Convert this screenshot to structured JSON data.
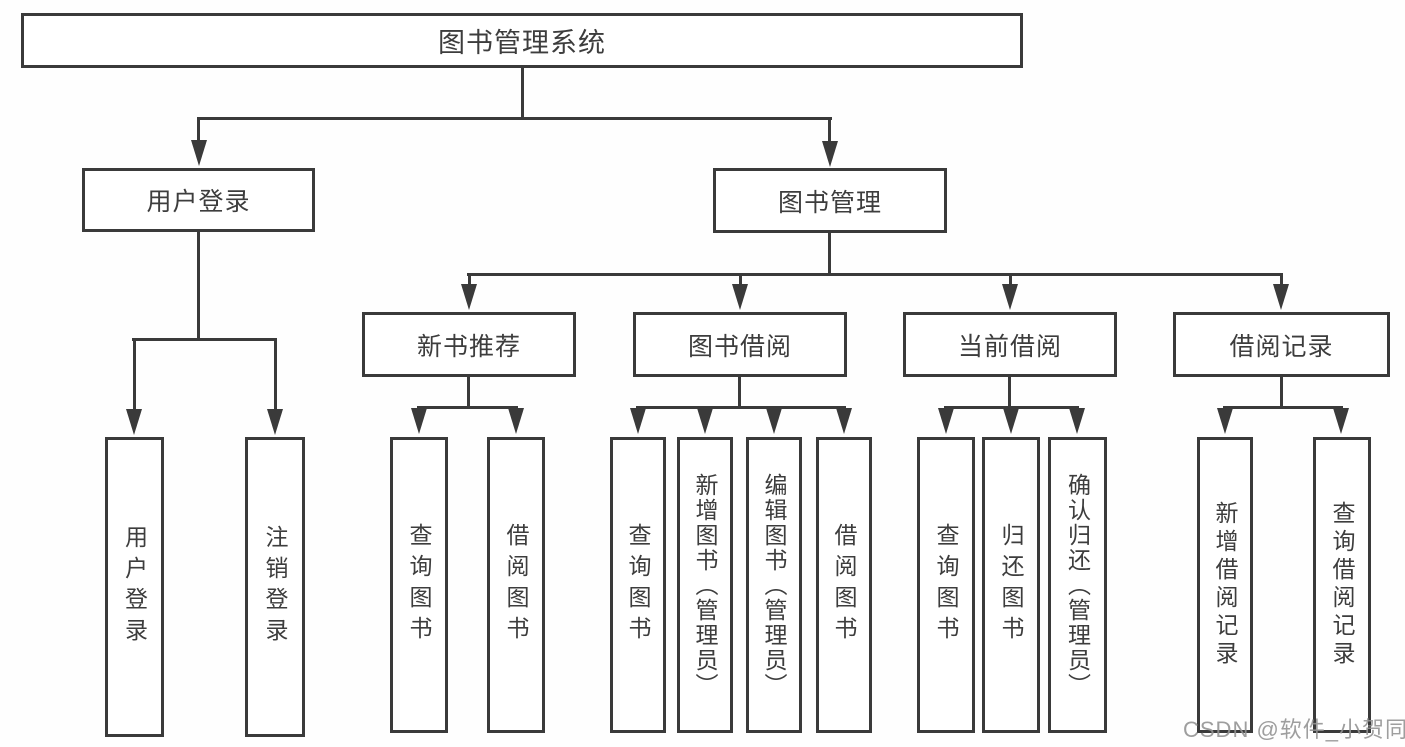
{
  "diagram": {
    "title": "图书管理系统",
    "branches": [
      {
        "label": "用户登录",
        "children": [
          "用户登录",
          "注销登录"
        ]
      },
      {
        "label": "图书管理",
        "sections": [
          {
            "label": "新书推荐",
            "children": [
              "查询图书",
              "借阅图书"
            ]
          },
          {
            "label": "图书借阅",
            "children": [
              "查询图书",
              "新增图书（管理员）",
              "编辑图书（管理员）",
              "借阅图书"
            ]
          },
          {
            "label": "当前借阅",
            "children": [
              "查询图书",
              "归还图书",
              "确认归还（管理员）"
            ]
          },
          {
            "label": "借阅记录",
            "children": [
              "新增借阅记录",
              "查询借阅记录"
            ]
          }
        ]
      }
    ]
  },
  "watermark": "CSDN @软件_小贺同学",
  "colors": {
    "line": "#3a3a3a",
    "text": "#3d3d3d",
    "background": "#ffffff",
    "watermark": "#949494"
  }
}
